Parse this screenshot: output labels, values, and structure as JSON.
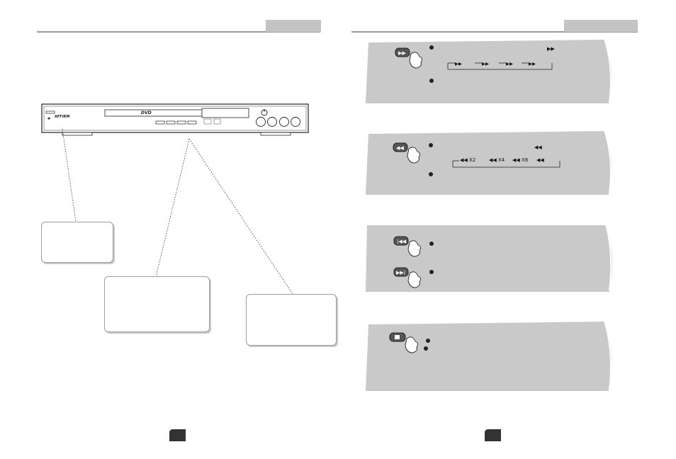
{
  "colors": {
    "panel_fill": "#c9c9c9",
    "header_line": "#9a9a9a",
    "header_tab": "#c4c4c4",
    "callout_border": "#9d9d9d",
    "page_marker": "#333333"
  },
  "left_page": {
    "player": {
      "brand": "AFFIRM",
      "disc_label": "DVD",
      "icons": [
        "dvd-player-front-panel-icon",
        "power-button-icon",
        "knob-icon"
      ]
    },
    "callouts": [
      "power-callout",
      "control-buttons-callout",
      "display-callout"
    ]
  },
  "right_page": {
    "panels": [
      {
        "name": "fast-forward-panel",
        "button_icon": "fast-forward-icon",
        "symbol": "▶▶",
        "cycle": [
          "▶▶",
          "▶▶",
          "▶▶",
          "▶▶"
        ]
      },
      {
        "name": "fast-reverse-panel",
        "button_icon": "fast-reverse-icon",
        "symbol": "◀◀",
        "cycle": [
          "◀◀ X2",
          "◀◀ X4",
          "◀◀ X8",
          "◀◀"
        ]
      },
      {
        "name": "skip-panel",
        "button_icons": [
          "skip-previous-icon",
          "skip-next-icon"
        ]
      },
      {
        "name": "stop-panel",
        "button_icon": "stop-icon"
      }
    ]
  }
}
